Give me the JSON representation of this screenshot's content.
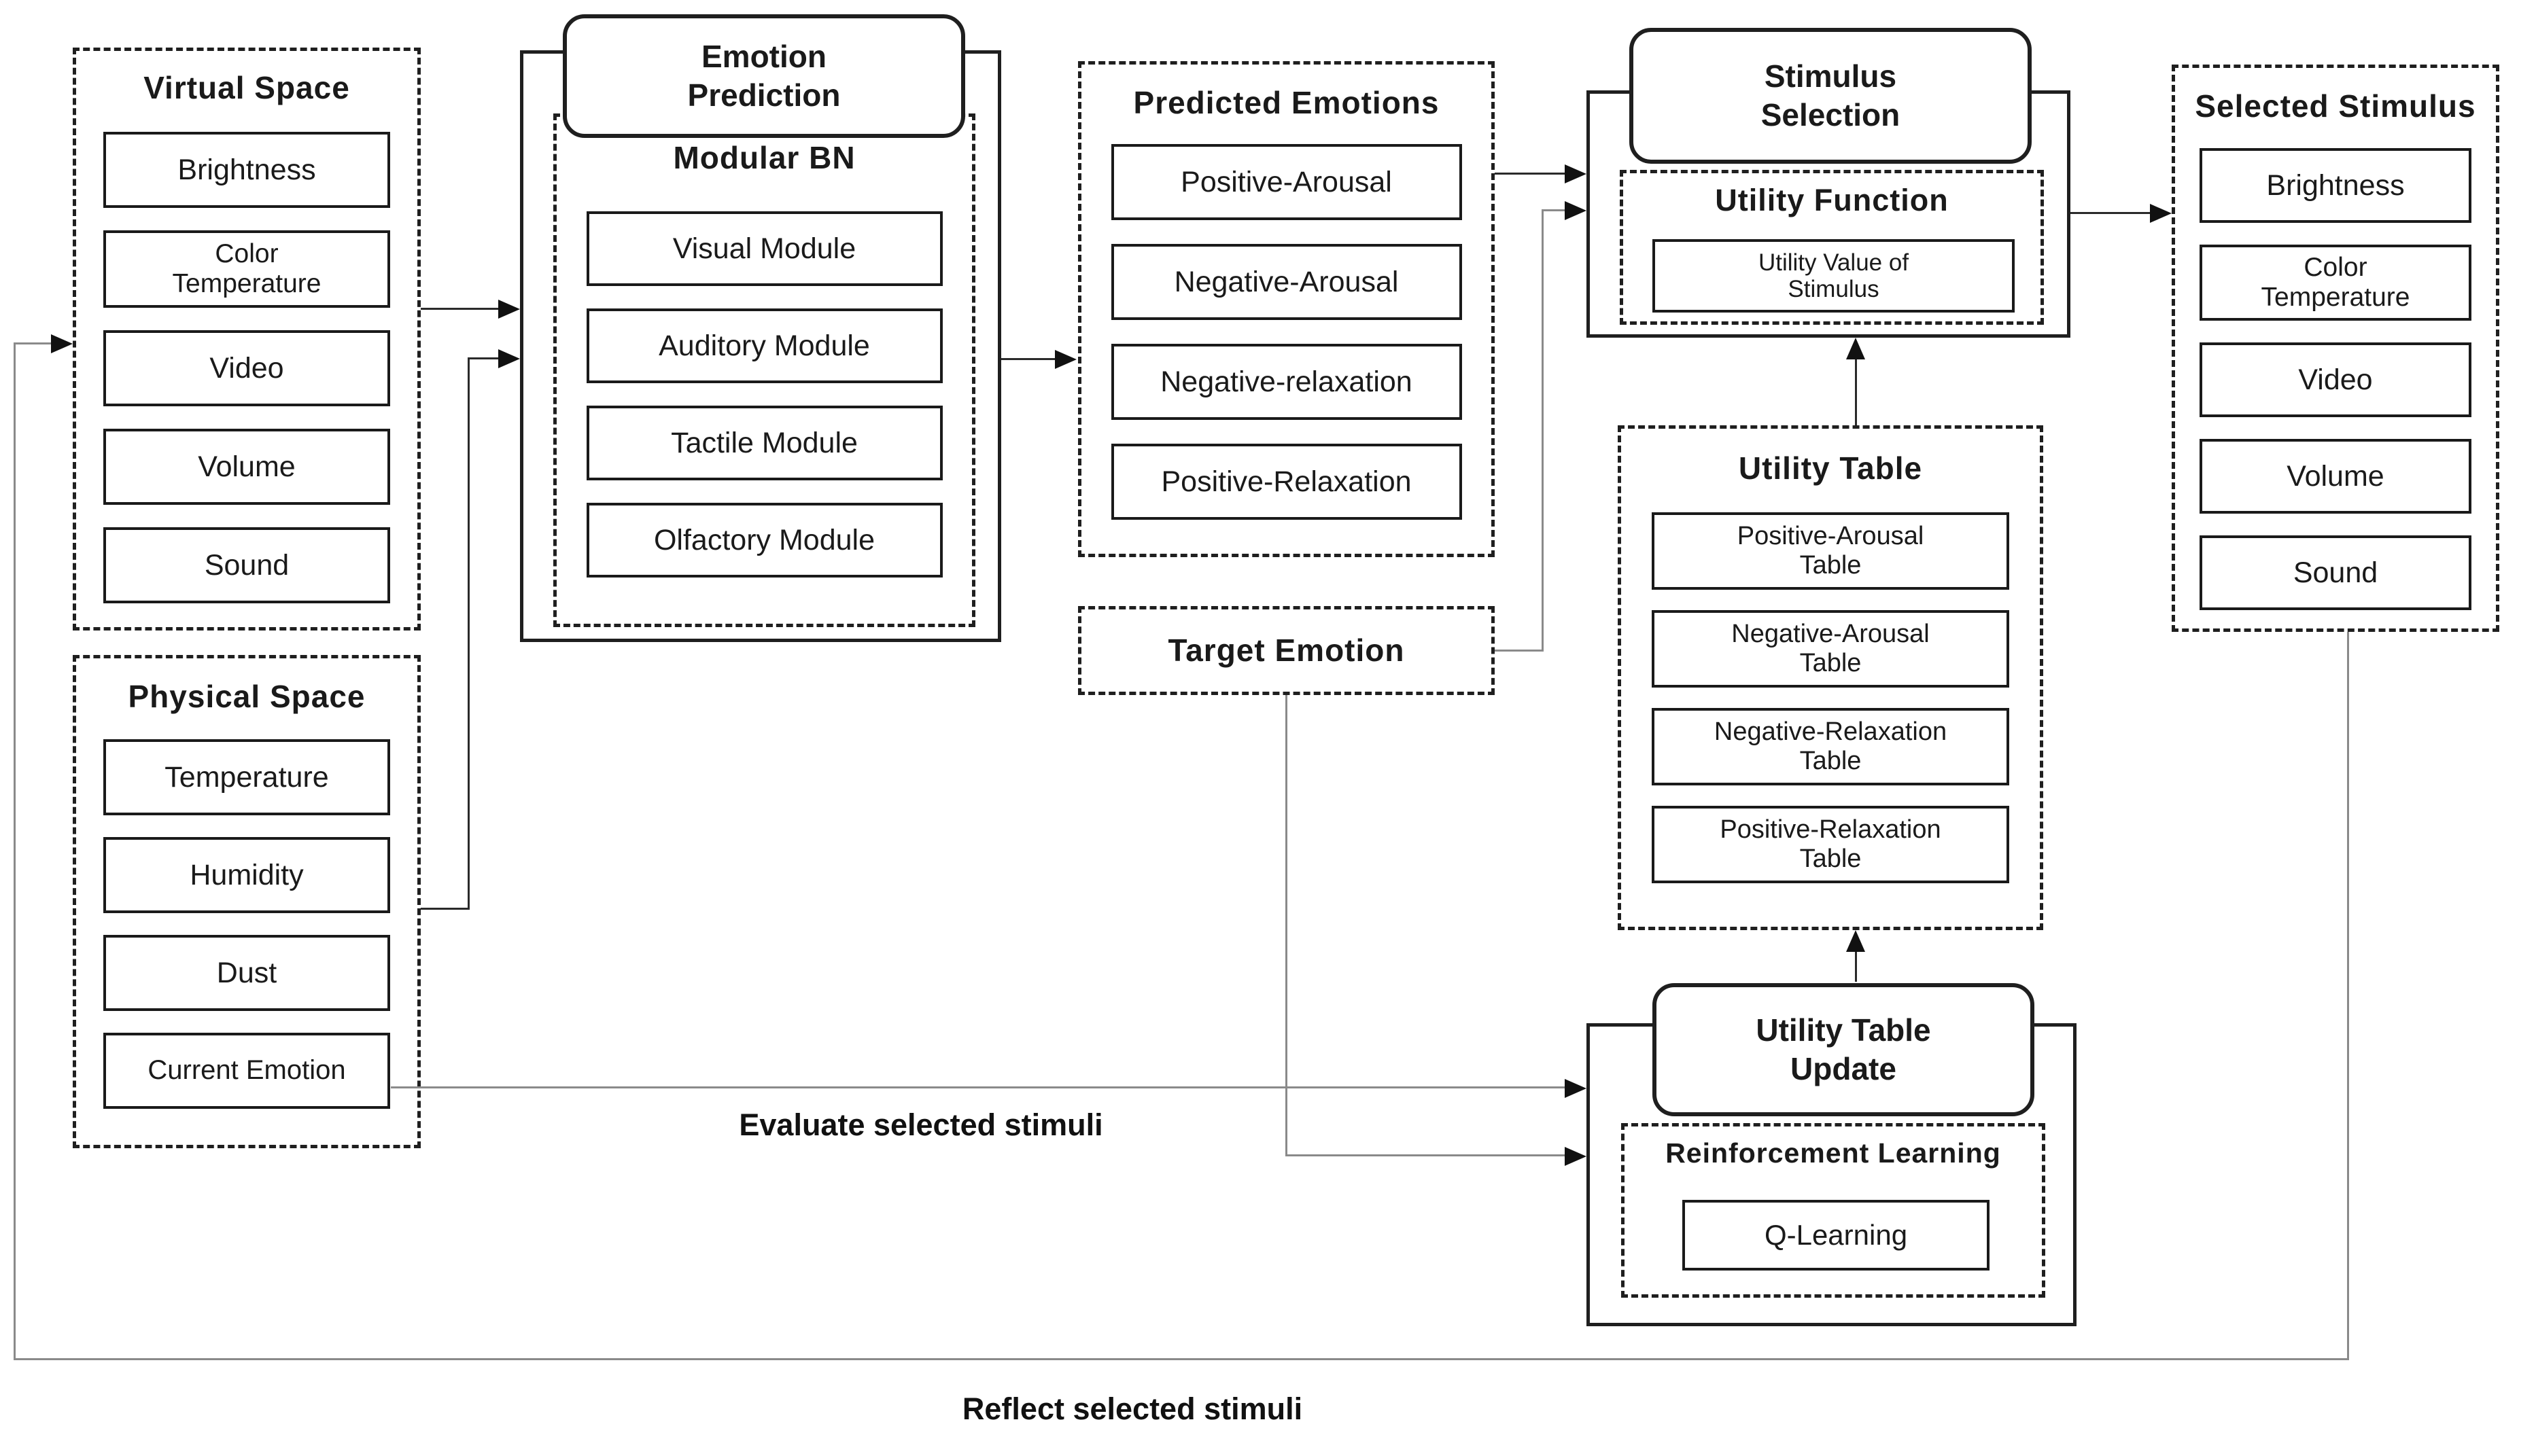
{
  "diagram": {
    "virtual_space": {
      "title": "Virtual Space",
      "items": [
        "Brightness",
        "Color\nTemperature",
        "Video",
        "Volume",
        "Sound"
      ]
    },
    "physical_space": {
      "title": "Physical Space",
      "items": [
        "Temperature",
        "Humidity",
        "Dust",
        "Current Emotion"
      ]
    },
    "emotion_prediction": {
      "tab_title": "Emotion\nPrediction",
      "subtitle": "Modular BN",
      "items": [
        "Visual Module",
        "Auditory Module",
        "Tactile Module",
        "Olfactory Module"
      ]
    },
    "predicted_emotions": {
      "title": "Predicted Emotions",
      "items": [
        "Positive-Arousal",
        "Negative-Arousal",
        "Negative-relaxation",
        "Positive-Relaxation"
      ]
    },
    "target_emotion": {
      "title": "Target Emotion"
    },
    "stimulus_selection": {
      "tab_title": "Stimulus\nSelection",
      "subtitle": "Utility Function",
      "inner": "Utility Value of\nStimulus"
    },
    "utility_table": {
      "title": "Utility Table",
      "items": [
        "Positive-Arousal\nTable",
        "Negative-Arousal\nTable",
        "Negative-Relaxation\nTable",
        "Positive-Relaxation\nTable"
      ]
    },
    "utility_table_update": {
      "tab_title": "Utility Table\nUpdate",
      "subtitle": "Reinforcement Learning",
      "inner": "Q-Learning"
    },
    "selected_stimulus": {
      "title": "Selected Stimulus",
      "items": [
        "Brightness",
        "Color\nTemperature",
        "Video",
        "Volume",
        "Sound"
      ]
    },
    "labels": {
      "evaluate": "Evaluate selected stimuli",
      "reflect": "Reflect selected stimuli"
    },
    "colors": {
      "border": "#1f1f1f",
      "connector_short": "#2a2a2a",
      "connector_long": "#8a8a8a",
      "background": "#ffffff",
      "text": "#1a1a1a"
    }
  }
}
